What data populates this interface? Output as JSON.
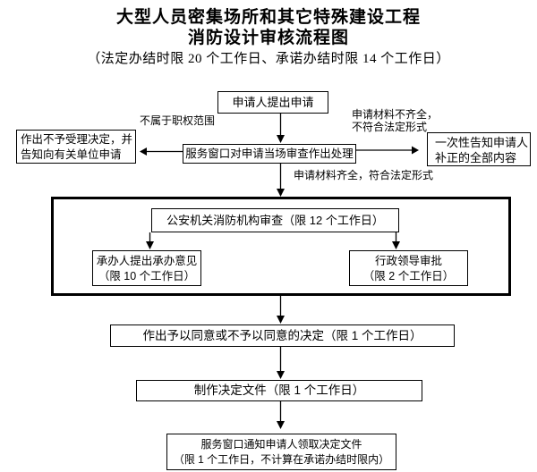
{
  "title": {
    "line1": "大型人员密集场所和其它特殊建设工程",
    "line2": "消防设计审核流程图",
    "subtitle": "（法定办结时限 20 个工作日、承诺办结时限 14 个工作日）"
  },
  "nodes": {
    "apply": {
      "label": "申请人提出申请"
    },
    "window_check": {
      "label": "服务窗口对申请当场审查作出处理"
    },
    "reject": {
      "line1": "作出不予受理决定，并",
      "line2": "告知向有关单位申请"
    },
    "notify_supplement": {
      "line1": "一次性告知申请人",
      "line2": "补正的全部内容"
    },
    "fire_review": {
      "label": "公安机关消防机构审查（限 12 个工作日）"
    },
    "handler_opinion": {
      "line1": "承办人提出承办意见",
      "line2": "（限 10 个工作日）"
    },
    "leader_approval": {
      "line1": "行政领导审批",
      "line2": "（限 2 个工作日）"
    },
    "decision": {
      "label": "作出予以同意或不予以同意的决定（限 1 个工作日）"
    },
    "make_document": {
      "label": "制作决定文件（限 1 个工作日）"
    },
    "notify_result": {
      "line1": "服务窗口通知申请人领取决定文件",
      "line2": "（限 1 个工作日，不计算在承诺办结时限内）"
    }
  },
  "edge_labels": {
    "not_in_scope": "不属于职权范围",
    "incomplete_line1": "申请材料不齐全，",
    "incomplete_line2": "不符合法定形式",
    "complete": "申请材料齐全，符合法定形式"
  },
  "colors": {
    "background": "#ffffff",
    "ink": "#000000"
  }
}
